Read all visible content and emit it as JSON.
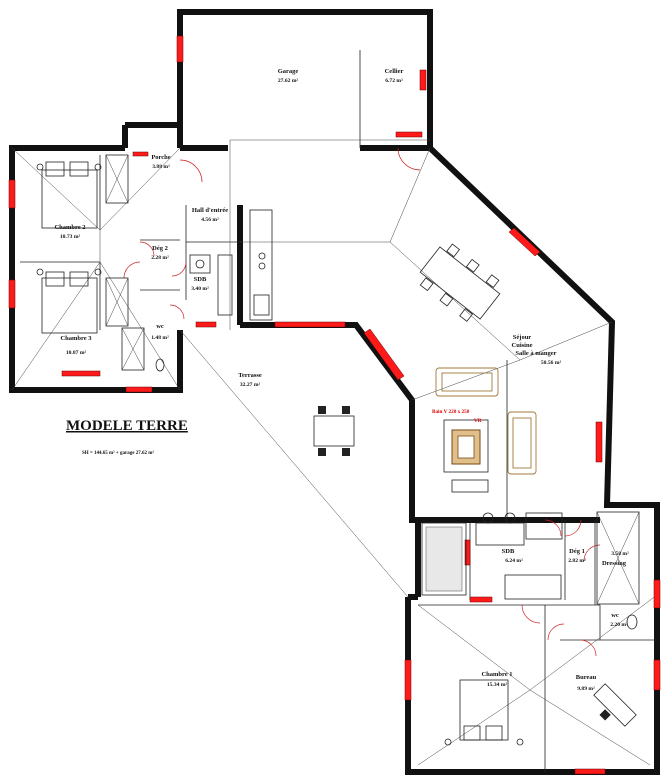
{
  "title": "MODELE TERRE",
  "subtitle": "SH = 144.65 m² + garage 27.62 m²",
  "note_bain": "Bain V 220 x 250",
  "note_vr": "VR",
  "rooms": {
    "garage": {
      "label": "Garage",
      "area": "27.62 m²"
    },
    "cellier": {
      "label": "Cellier",
      "area": "6.72 m²"
    },
    "porche": {
      "label": "Porche",
      "area": "3.88 m²"
    },
    "hall": {
      "label": "Hall d'entrée",
      "area": "4.56 m²"
    },
    "chambre2": {
      "label": "Chambre 2",
      "area": "10.73 m²"
    },
    "chambre3": {
      "label": "Chambre 3",
      "area": "10.87 m²"
    },
    "deg2": {
      "label": "Dég 2",
      "area": "2.28 m²"
    },
    "sdb_small": {
      "label": "SDB",
      "area": "3.40 m²"
    },
    "wc_left": {
      "label": "wc",
      "area": "1.48 m²"
    },
    "terrasse": {
      "label": "Terrasse",
      "area": "32.27 m²"
    },
    "sejour": {
      "label1": "Séjour",
      "label2": "Cuisine",
      "label3": "Salle à manger",
      "area": "50.56 m²"
    },
    "sdb": {
      "label": "SDB",
      "area": "6.24 m²"
    },
    "deg1": {
      "label": "Dég 1",
      "area": "2.82 m²"
    },
    "dressing": {
      "label": "Dressing",
      "area": "3.58 m²"
    },
    "wc_right": {
      "label": "wc",
      "area": "2.20 m²"
    },
    "chambre1": {
      "label": "Chambre 1",
      "area": "15.34 m²"
    },
    "bureau": {
      "label": "Bureau",
      "area": "9.89 m²"
    }
  },
  "colors": {
    "wall": "#111111",
    "window": "#ff1a1a",
    "door_arc": "#cc2222",
    "furniture_sofa": "#a07a3a"
  }
}
